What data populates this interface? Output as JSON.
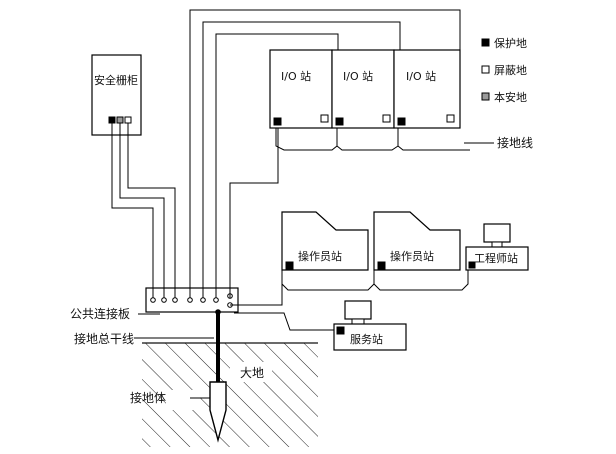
{
  "cabinet": {
    "label": "安全栅柜"
  },
  "io_stations": [
    {
      "label": "I/O 站"
    },
    {
      "label": "I/O 站"
    },
    {
      "label": "I/O 站"
    }
  ],
  "legend": [
    {
      "label": "保护地",
      "marker": "filled",
      "color": "#000000"
    },
    {
      "label": "屏蔽地",
      "marker": "hollow",
      "color": "#ffffff"
    },
    {
      "label": "本安地",
      "marker": "gray",
      "color": "#9a9a9a"
    }
  ],
  "labels": {
    "ground_line": "接地线",
    "common_board": "公共连接板",
    "main_ground_line": "接地总干线",
    "earth": "大地",
    "ground_body": "接地体"
  },
  "operator_stations": [
    {
      "label": "操作员站"
    },
    {
      "label": "操作员站"
    }
  ],
  "engineer_station": {
    "label": "工程师站"
  },
  "server_station": {
    "label": "服务站"
  }
}
